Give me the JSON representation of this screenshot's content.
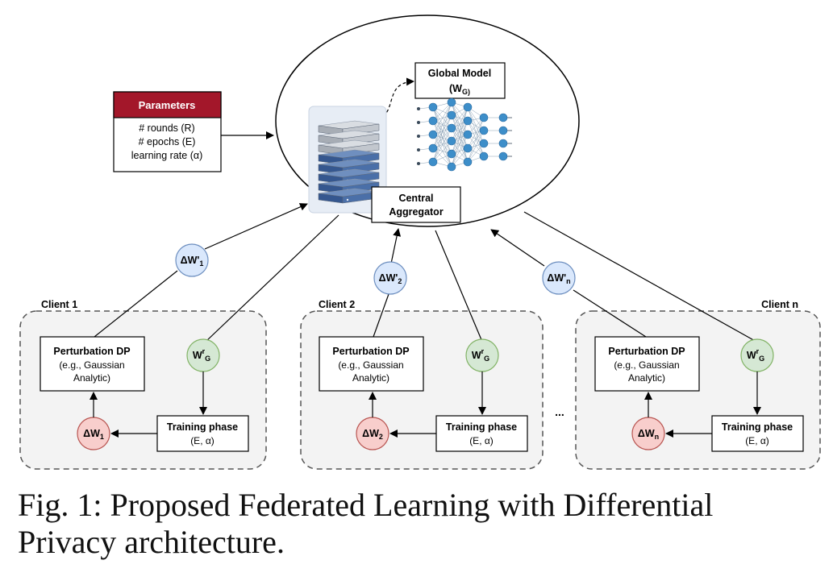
{
  "parameters": {
    "title": "Parameters",
    "lines": [
      "# rounds (R)",
      "# epochs (E)",
      "learning rate (α)"
    ]
  },
  "global_model": {
    "line1": "Global Model",
    "base": "(W",
    "sub": "G)"
  },
  "aggregator": {
    "line1": "Central",
    "line2": "Aggregator"
  },
  "clients": [
    {
      "label": "Client 1",
      "update_base": "ΔW'",
      "update_sub": "1",
      "local_base": "ΔW",
      "local_sub": "1"
    },
    {
      "label": "Client 2",
      "update_base": "ΔW'",
      "update_sub": "2",
      "local_base": "ΔW",
      "local_sub": "2"
    },
    {
      "label": "Client n",
      "update_base": "ΔW'",
      "update_sub": "n",
      "local_base": "ΔW",
      "local_sub": "n"
    }
  ],
  "perturbation": {
    "line1": "Perturbation DP",
    "line2": "(e.g., Gaussian",
    "line3": "Analytic)"
  },
  "training": {
    "line1": "Training phase",
    "line2": "(E, α)"
  },
  "global_weight": {
    "base": "W",
    "sup": "r",
    "sub": "G"
  },
  "ellipsis": "...",
  "caption": {
    "line1": "Fig. 1: Proposed Federated Learning with Differential",
    "line2": "Privacy architecture."
  },
  "colors": {
    "param_header": "#a3172a",
    "blue_node": "#dae8fc",
    "blue_border": "#6c8ebf",
    "green_node": "#d5e8d4",
    "green_border": "#82b366",
    "red_node": "#f8cecc",
    "red_border": "#b85450",
    "client_bg": "#f3f3f3",
    "nn_node": "#3d8ec9",
    "server_dark": "#35578f"
  }
}
